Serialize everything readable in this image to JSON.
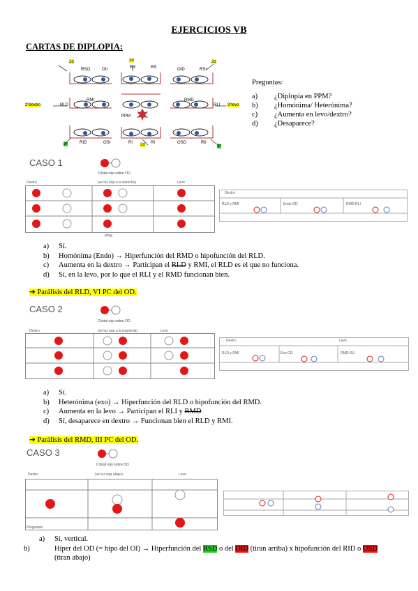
{
  "title": "EJERCICIOS VB",
  "subtitle": "CARTAS DE DIPLOPIA:",
  "diagram": {
    "muscles": {
      "rso": "RSO",
      "oii_top": "OII",
      "rs": "RS",
      "oid": "OID",
      "rsi": "RSI",
      "rld": "RLD",
      "rmi": "RMI",
      "rmd": "RMD",
      "rli": "RLI",
      "rid": "RID",
      "osi": "OSI",
      "ri_left": "RI",
      "ri_right": "RI",
      "osd": "OSD",
      "rii": "RII",
      "ppm": "PPM"
    },
    "tags": {
      "top_left": "2d",
      "top_mid": "2d",
      "top_right": "2d",
      "left": "2ºdextro",
      "right": "2ºlevo",
      "bottom_left": "3ª",
      "bottom_mid": "2d",
      "bottom_right": "3ª"
    }
  },
  "questions": {
    "heading": "Preguntas:",
    "items": [
      {
        "letter": "a)",
        "text": "¿Diplopia en PPM?"
      },
      {
        "letter": "b)",
        "text": "¿Homónima/ Heterónima?"
      },
      {
        "letter": "c)",
        "text": "¿Aumenta en levo/dextro?"
      },
      {
        "letter": "d)",
        "text": "¿Desaparece?"
      }
    ]
  },
  "case1": {
    "heading": "CASO 1",
    "glass_label": "Cristal rojo sobre OD",
    "col_labels": [
      "Dextro",
      "(ve luz roja a la derecha)",
      "Levo"
    ],
    "ppm_label": "PPM",
    "side_table": {
      "header": "Dextro",
      "cells": [
        "RLD y RMI",
        "Endo OD",
        "RMD-RLI"
      ]
    },
    "answers": [
      {
        "letter": "a)",
        "text": "Sí."
      },
      {
        "letter": "b)",
        "text_pre": "Homónima (Endo) → Hiperfunción del RMD o hipofunción del RLD."
      },
      {
        "letter": "c)",
        "text_pre": "Aumenta en la dextro → Participan el ",
        "strike": "RLD",
        "text_post": " y RMI, el RLD es el que no funciona."
      },
      {
        "letter": "d)",
        "text_pre": "Sí, en la levo, por lo que el RLI y el RMD funcionan bien."
      }
    ],
    "conclusion": "Parálisis del RLD, VI PC del OD."
  },
  "case2": {
    "heading": "CASO 2",
    "glass_label": "Cristal rojo sobre OD",
    "col_labels": [
      "Dextro",
      "(ve luz roja a la izquierda)",
      "Levo"
    ],
    "side_table": {
      "headers": [
        "Dextro",
        "Levo"
      ],
      "cells": [
        "RLD y RMI",
        "Exo OD",
        "RMD-RLI"
      ]
    },
    "answers": [
      {
        "letter": "a)",
        "text_pre": "Sí."
      },
      {
        "letter": "b)",
        "text_pre": "Heterónima (exo) → Hiperfunción del RLD o hipofunción del RMD."
      },
      {
        "letter": "c)",
        "text_pre": "Aumenta en la levo → Participan el RLI y ",
        "strike": "RMD",
        "text_post": ""
      },
      {
        "letter": "d)",
        "text_pre": "Sí, desaparece en dextro → Funcionan bien el RLD y RMI."
      }
    ],
    "conclusion": "Parálisis del RMD, III PC del OD."
  },
  "case3": {
    "heading": "CASO 3",
    "glass_label": "Cristal rojo sobre OD",
    "col_labels": [
      "Dextro",
      "(ve luz roja abajo)",
      "Levo"
    ],
    "bottom_label": "Preguntas:",
    "answers": [
      {
        "letter": "a)",
        "text": "Sí, vertical."
      },
      {
        "letter": "b)",
        "text_pre": "Hiper del OD (= hipo del OI) → Hiperfunción del ",
        "h1": "RSD",
        "mid1": " o del ",
        "h2": "OID",
        "mid2": " (tiran arriba) x hipofunción del RID o ",
        "h3": "OSD",
        "text_post": "(tiran abajo)"
      }
    ]
  },
  "colors": {
    "red": "#e01818",
    "highlight": "#ffff00",
    "green": "#22cc22"
  },
  "icons": [
    "eye-icon",
    "arrow-right-icon",
    "explosion-icon"
  ]
}
